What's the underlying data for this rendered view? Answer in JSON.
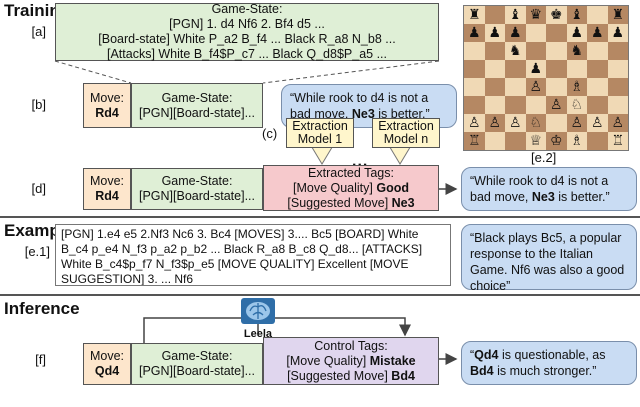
{
  "sections": {
    "training": "Training",
    "example": "Example",
    "inference": "Inference"
  },
  "labels": {
    "a": "[a]",
    "b": "[b]",
    "c": "(c)",
    "d": "[d]",
    "e1": "[e.1]",
    "e2": "[e.2]",
    "f": "[f]"
  },
  "box_a": {
    "title": "Game-State:",
    "line1": "[PGN] 1. d4 Nf6 2. Bf4 d5 ...",
    "line2": "[Board-state] White P_a2 B_f4 ... Black R_a8 N_b8 ...",
    "line3": "[Attacks] White B_f4$P_c7 ... Black Q_d8$P_a5 ..."
  },
  "row_b": {
    "move_label": "Move:",
    "move_value": "Rd4",
    "gs_title": "Game-State:",
    "gs_value": "[PGN][Board-state]...",
    "comment_pre": "“While rook to d4 is not a bad move, ",
    "comment_bold": "Ne3",
    "comment_post": " is better.”"
  },
  "extractors": {
    "m1_line1": "Extraction",
    "m1_line2": "Model 1",
    "mn_line1": "Extraction",
    "mn_line2": "Model n",
    "ellipsis": "..."
  },
  "row_d": {
    "move_label": "Move:",
    "move_value": "Rd4",
    "gs_title": "Game-State:",
    "gs_value": "[PGN][Board-state]...",
    "tags_title": "Extracted Tags:",
    "tag1_key": "[Move Quality] ",
    "tag1_val": "Good",
    "tag2_key": "[Suggested Move] ",
    "tag2_val": "Ne3",
    "comment_pre": "“While rook to d4 is not a bad move, ",
    "comment_bold": "Ne3",
    "comment_post": " is better.”"
  },
  "example": {
    "text": "[PGN] 1.e4 e5 2.Nf3 Nc6 3. Bc4 [MOVES] 3.... Bc5 [BOARD] White B_c4 p_e4 N_f3 p_a2 p_b2 ... Black R_a8 B_c8 Q_d8... [ATTACKS] White B_c4$p_f7 N_f3$p_e5 [MOVE QUALITY] Excellent [MOVE SUGGESTION] 3. ... Nf6",
    "comment": "“Black plays Bc5, a popular response to the Italian Game. Nf6 was also a good choice”"
  },
  "row_f": {
    "engine": "Leela",
    "move_label": "Move:",
    "move_value": "Qd4",
    "gs_title": "Game-State:",
    "gs_value": "[PGN][Board-state]...",
    "tags_title": "Control Tags:",
    "tag1_key": "[Move Quality] ",
    "tag1_val": "Mistake",
    "tag2_key": "[Suggested Move] ",
    "tag2_val": "Bd4",
    "comment_pre": "“",
    "comment_bold1": "Qd4",
    "comment_mid": " is questionable, as ",
    "comment_bold2": "Bd4",
    "comment_post": " is much stronger.”"
  },
  "board": [
    [
      "♜",
      "",
      "♝",
      "♛",
      "♚",
      "♝",
      "",
      "♜"
    ],
    [
      "♟",
      "♟",
      "♟",
      "",
      "",
      "♟",
      "♟",
      "♟"
    ],
    [
      "",
      "",
      "♞",
      "",
      "",
      "♞",
      "",
      ""
    ],
    [
      "",
      "",
      "",
      "♟",
      "",
      "",
      "",
      ""
    ],
    [
      "",
      "",
      "",
      "♙",
      "",
      "♗",
      "",
      ""
    ],
    [
      "",
      "",
      "",
      "",
      "♙",
      "♘",
      "",
      ""
    ],
    [
      "♙",
      "♙",
      "♙",
      "♘",
      "",
      "♙",
      "♙",
      "♙"
    ],
    [
      "♖",
      "",
      "",
      "♕",
      "♔",
      "♗",
      "",
      "♖"
    ]
  ],
  "colors": {
    "green": "#dfefd6",
    "orange": "#fde6cc",
    "pink": "#f6c9cc",
    "purple": "#e0d6ee",
    "blue": "#c9dcf3",
    "yellow": "#fff6cc"
  }
}
